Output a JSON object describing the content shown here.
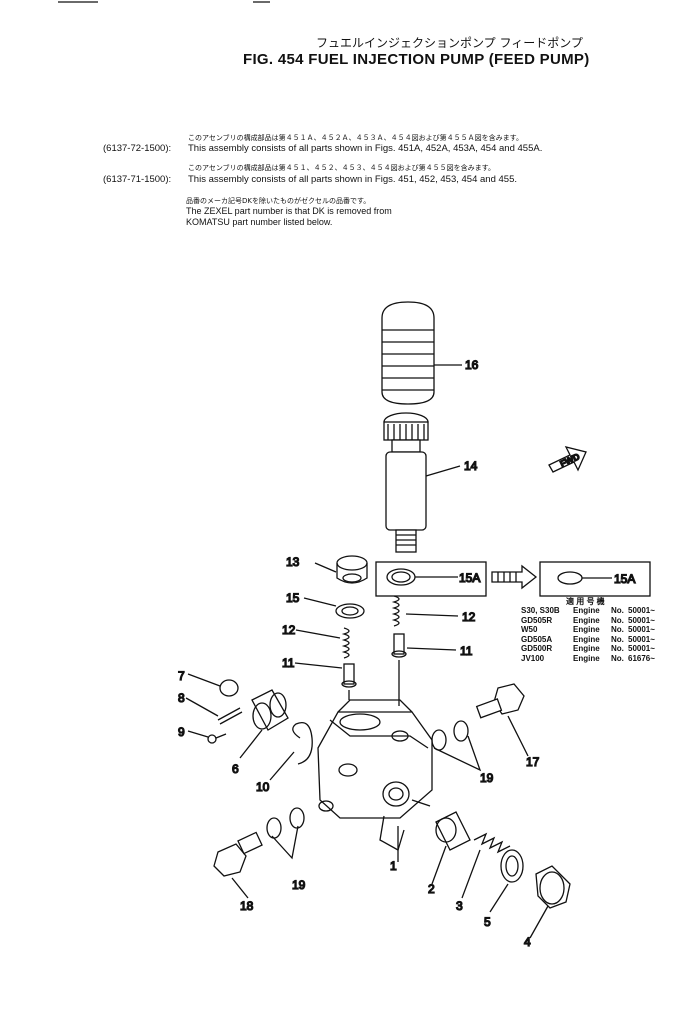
{
  "header": {
    "title_jp": "フュエルインジェクションポンプ フィードポンプ",
    "title_en": "FIG. 454  FUEL INJECTION PUMP (FEED PUMP)"
  },
  "notes": [
    {
      "jp": "このアセンブリの構成部品は第４５１Ａ、４５２Ａ、４５３Ａ、４５４図および第４５５Ａ図を含みます。",
      "code": "(6137-72-1500):",
      "en": "This assembly consists of all parts shown in Figs. 451A, 452A, 453A, 454 and 455A."
    },
    {
      "jp": "このアセンブリの構成部品は第４５１、４５２、４５３、４５４図および第４５５図を含みます。",
      "code": "(6137-71-1500):",
      "en": "This assembly consists of all parts shown in Figs. 451, 452, 453, 454 and 455."
    }
  ],
  "zexel_note": {
    "jp": "品番のメーカ記号DKを除いたものがゼクセルの品番です。",
    "line1": "The ZEXEL part number is that DK is removed from",
    "line2": "KOMATSU part number listed below."
  },
  "fwd_label": "FWD",
  "callouts": {
    "p1": "1",
    "p2": "2",
    "p3": "3",
    "p4": "4",
    "p5": "5",
    "p6": "6",
    "p7": "7",
    "p8": "8",
    "p9": "9",
    "p10": "10",
    "p11a": "11",
    "p11b": "11",
    "p12a": "12",
    "p12b": "12",
    "p13": "13",
    "p14": "14",
    "p15": "15",
    "p15a_left": "15A",
    "p15a_right": "15A",
    "p16": "16",
    "p17": "17",
    "p18": "18",
    "p19a": "19",
    "p19b": "19"
  },
  "serial_table": {
    "header": "適 用 号 機",
    "rows": [
      {
        "model": "S30, S30B",
        "label": "Engine",
        "no": "No.",
        "serial": "50001~"
      },
      {
        "model": "GD505R",
        "label": "Engine",
        "no": "No.",
        "serial": "50001~"
      },
      {
        "model": "W50",
        "label": "Engine",
        "no": "No.",
        "serial": "50001~"
      },
      {
        "model": "GD505A",
        "label": "Engine",
        "no": "No.",
        "serial": "50001~"
      },
      {
        "model": "GD500R",
        "label": "Engine",
        "no": "No.",
        "serial": "50001~"
      },
      {
        "model": "JV100",
        "label": "Engine",
        "no": "No.",
        "serial": "61676~"
      }
    ]
  }
}
